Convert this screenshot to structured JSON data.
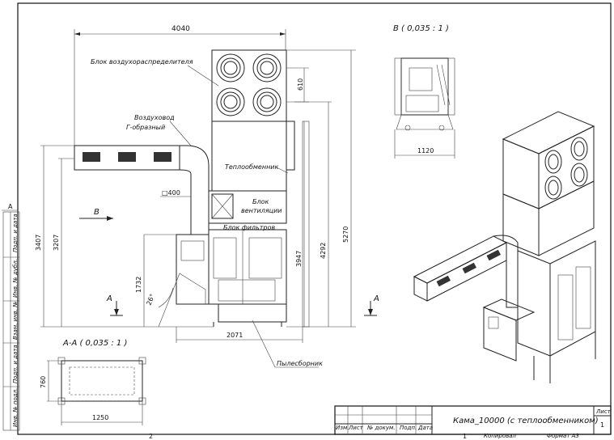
{
  "labels": {
    "air_distributor": "Блок воздухораспределителя",
    "duct_line1": "Воздуховод",
    "duct_line2": "Г-образный",
    "heat_exchanger": "Теплообменник",
    "fan_line1": "Блок",
    "fan_line2": "вентиляции",
    "filter_block": "Блок фильтров",
    "dust_collector": "Пылесборник",
    "section_aa_title": "А-А ( 0,035 : 1 )",
    "view_b_title": "В ( 0,035 : 1 )",
    "arrow_b": "В",
    "arrow_a_left": "А",
    "arrow_a_right": "А"
  },
  "dimensions": {
    "total_width": "4040",
    "d610": "610",
    "d5270": "5270",
    "d4292": "4292",
    "d3947": "3947",
    "d3407": "3407",
    "d3207": "3207",
    "d1732": "1732",
    "d2071": "2071",
    "d400": "□400",
    "angle": "26°",
    "view_b_width": "1120",
    "aa_height": "760",
    "aa_width": "1250"
  },
  "side_stamp": {
    "cells": [
      "Подп. и дата",
      "Инв. № дубл.",
      "Взам. инв. №",
      "Подп. и дата",
      "Инв. № подл."
    ],
    "corner_letter": "А"
  },
  "title_block": {
    "title": "Кама_10000 (с теплообменником)",
    "sheet_label": "Лист",
    "sheet_number": "1",
    "columns": [
      "Изм.",
      "Лист",
      "№ докум.",
      "Подп.",
      "Дата"
    ],
    "copied": "Копировал",
    "format": "Формат А3",
    "bottom_marker_left": "2",
    "bottom_marker_mid": "1"
  }
}
